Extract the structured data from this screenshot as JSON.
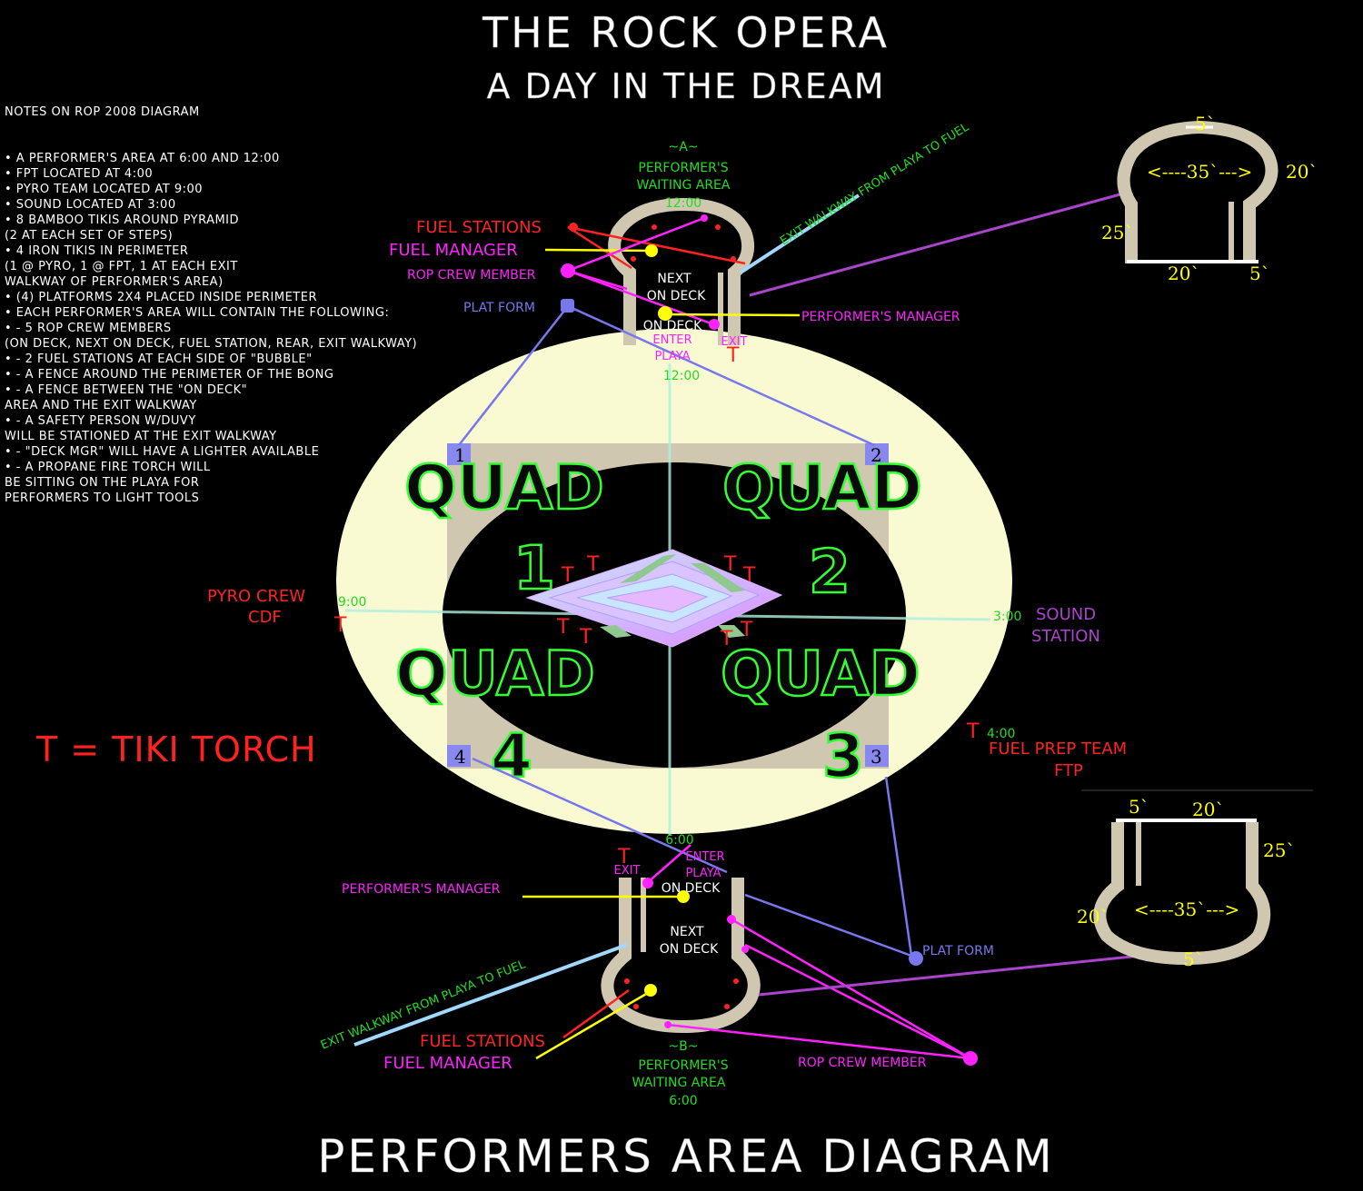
{
  "title_main": "THE ROCK OPERA",
  "title_sub": "A DAY IN THE DREAM",
  "footer_title": "PERFORMERS AREA DIAGRAM",
  "notes": {
    "heading": "NOTES ON ROP 2008 DIAGRAM",
    "lines": [
      "• A PERFORMER'S AREA AT 6:00 AND 12:00",
      "• FPT LOCATED AT 4:00",
      "• PYRO TEAM LOCATED AT 9:00",
      "• SOUND LOCATED AT 3:00",
      "• 8 BAMBOO TIKIS AROUND PYRAMID",
      " (2 AT EACH SET OF STEPS)",
      "• 4 IRON TIKIS IN PERIMETER",
      "(1 @ PYRO, 1 @ FPT, 1 AT EACH EXIT",
      "WALKWAY OF PERFORMER'S AREA)",
      "• (4) PLATFORMS 2X4 PLACED INSIDE PERIMETER",
      "• EACH PERFORMER'S AREA WILL CONTAIN THE FOLLOWING:",
      "• - 5 ROP CREW MEMBERS",
      "(ON DECK, NEXT ON DECK, FUEL STATION, REAR, EXIT WALKWAY)",
      "• - 2 FUEL STATIONS AT EACH SIDE OF \"BUBBLE\"",
      "• - A FENCE AROUND THE PERIMETER OF THE BONG",
      "• - A FENCE BETWEEN THE \"ON DECK\"",
      "AREA AND THE EXIT WALKWAY",
      "• - A SAFETY PERSON W/DUVY",
      "WILL BE STATIONED AT THE EXIT WALKWAY",
      "• - \"DECK MGR\" WILL HAVE A LIGHTER AVAILABLE",
      "• - A PROPANE FIRE TORCH WILL",
      "BE SITTING ON THE PLAYA FOR",
      " PERFORMERS TO LIGHT TOOLS"
    ]
  },
  "legend": {
    "tiki": "T = TIKI TORCH"
  },
  "quads": {
    "word": "QUAD",
    "numbers": [
      "1",
      "2",
      "3",
      "4"
    ]
  },
  "platform_numbers": [
    "1",
    "2",
    "3",
    "4"
  ],
  "area_a": {
    "tag": "~A~",
    "waiting": "PERFORMER'S",
    "waiting2": "WAITING AREA",
    "time": "12:00",
    "fuel_stations": "FUEL STATIONS",
    "fuel_manager": "FUEL MANAGER",
    "rop_crew": "ROP CREW MEMBER",
    "plat_form": "PLAT FORM",
    "next": "NEXT",
    "on_deck": "ON DECK",
    "on_deck2": "ON DECK",
    "enter": "ENTER",
    "playa": "PLAYA",
    "exit": "EXIT",
    "perf_manager": "PERFORMER'S MANAGER",
    "exit_walkway": "EXIT WALKWAY FROM PLAYA TO FUEL",
    "playa_time": "12:00"
  },
  "area_b": {
    "tag": "~B~",
    "waiting": "PERFORMER'S",
    "waiting2": "WAITING AREA",
    "time": "6:00",
    "fuel_stations": "FUEL STATIONS",
    "fuel_manager": "FUEL MANAGER",
    "rop_crew": "ROP CREW MEMBER",
    "plat_form": "PLAT FORM",
    "next": "NEXT",
    "on_deck": "ON DECK",
    "on_deck2": "ON DECK",
    "enter": "ENTER",
    "playa": "PLAYA",
    "exit": "EXIT",
    "perf_manager": "PERFORMER'S MANAGER",
    "exit_walkway": "EXIT WALKWAY FROM PLAYA TO FUEL",
    "playa_time": "6:00"
  },
  "stations": {
    "pyro": "PYRO CREW",
    "pyro2": "CDF",
    "pyro_time": "9:00",
    "sound": "SOUND",
    "sound2": "STATION",
    "sound_time": "3:00",
    "fuel_prep": "FUEL PREP TEAM",
    "fuel_prep2": "FTP",
    "fuel_prep_time": "4:00"
  },
  "tiki_letter": "T",
  "dims_top": {
    "a": "5`",
    "b": "<----35`--->",
    "c": "20`",
    "d": "25`",
    "e": "20`",
    "f": "5`"
  },
  "dims_bottom": {
    "a": "5`",
    "b": "20`",
    "c": "25`",
    "d": "<----35`--->",
    "e": "20`",
    "f": "5`"
  },
  "colors": {
    "green": "#22dd22",
    "magenta": "#ff22ff",
    "red": "#ff2222",
    "yellow": "#ffff00",
    "blue": "#7777ee",
    "purple": "#aa44cc",
    "cream": "#fafad2",
    "tan": "#cfc7b0"
  }
}
